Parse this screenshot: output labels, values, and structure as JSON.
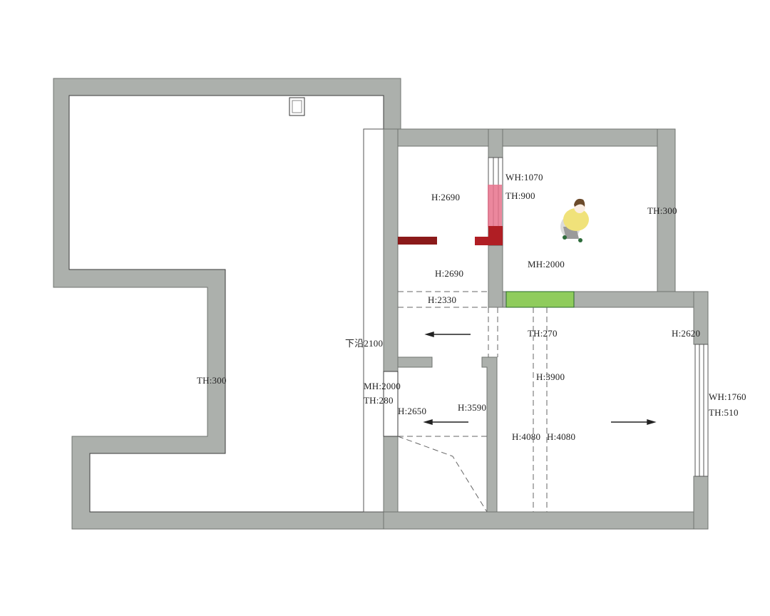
{
  "plan": {
    "colors": {
      "wall": "#acb0ac",
      "beam_dark_red": "#8b1a1a",
      "beam_red": "#b01e24",
      "window_pink": "#e8728c",
      "door_green": "#8fcc5c",
      "background": "#ffffff"
    },
    "labels": {
      "left_wall_th": "TH:300",
      "ceiling_edge": "下沿2100",
      "door_mh": "MH:2000",
      "door_th": "TH:280",
      "room_a_h1": "H:2690",
      "room_a_h2": "H:2690",
      "corridor_h": "H:2330",
      "stair_h1": "H:2650",
      "stair_h2": "H:3590",
      "bedroom_wh": "WH:1070",
      "bedroom_th": "TH:900",
      "bedroom_mh": "MH:2000",
      "bedroom_wall_th": "TH:300",
      "living_th": "TH:270",
      "living_h_top": "H:2620",
      "living_h_mid": "H:3900",
      "living_h_left": "H:4080",
      "living_h_right": "H:4080",
      "living_window_wh": "WH:1760",
      "living_window_th": "TH:510"
    },
    "icons": [
      "person-figure-icon",
      "outlet-icon",
      "direction-arrow-icon"
    ]
  }
}
